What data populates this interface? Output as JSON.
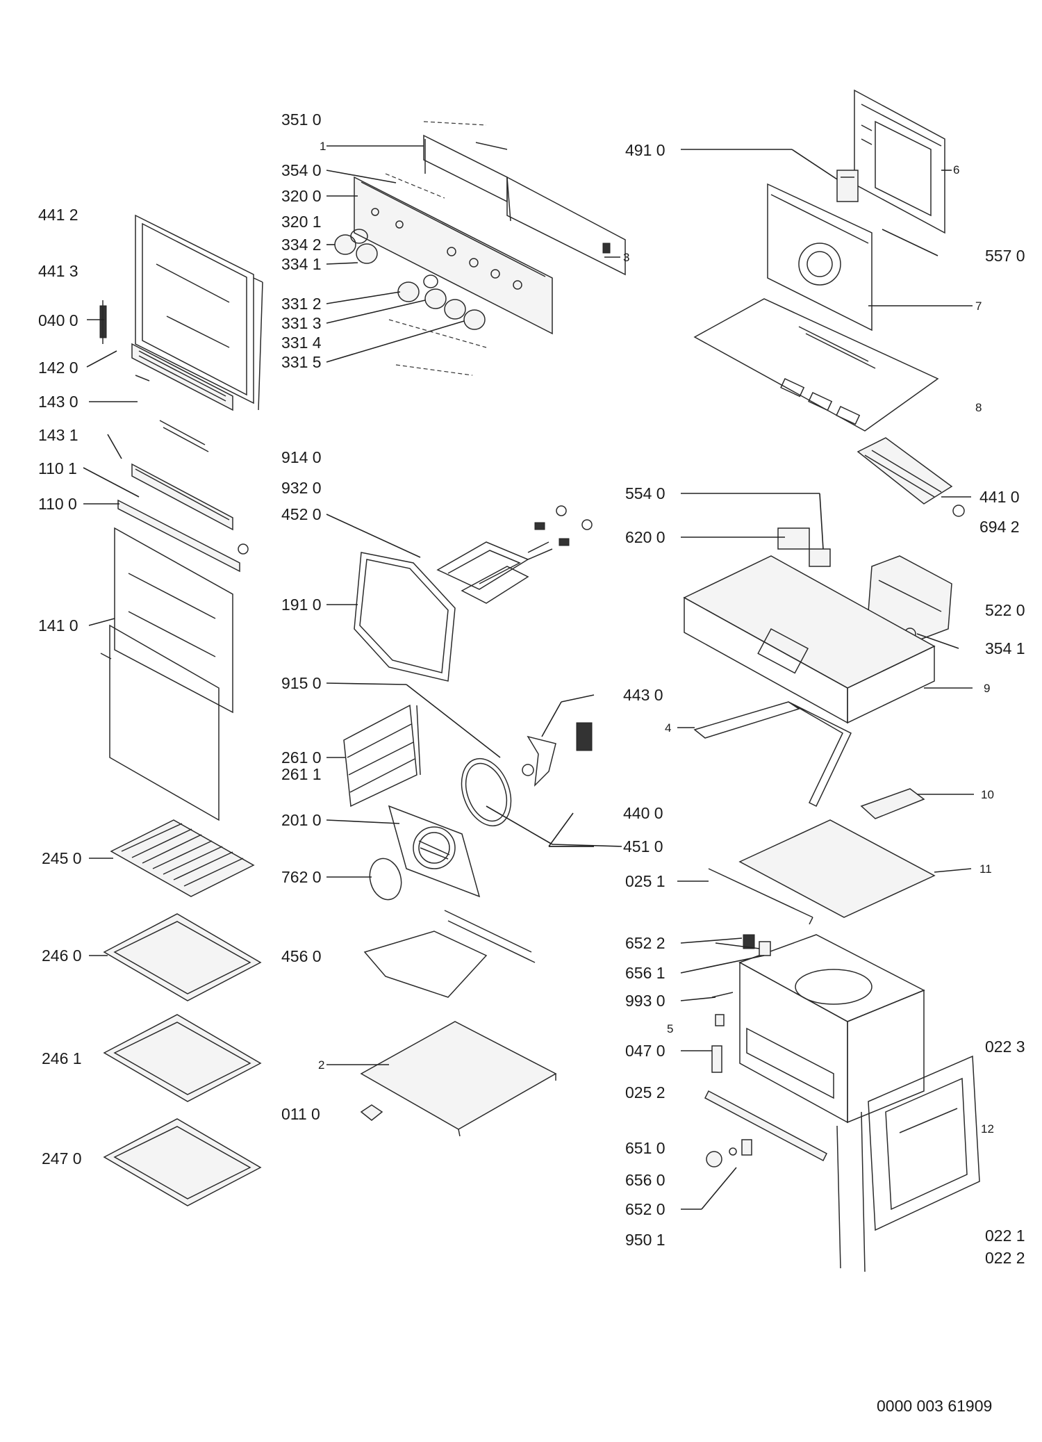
{
  "document_number": "0000 003 61909",
  "part_labels": {
    "p4412": "441 2",
    "p4413": "441 3",
    "p0400": "040 0",
    "p1420": "142 0",
    "p1430": "143 0",
    "p1431": "143 1",
    "p1101": "110 1",
    "p1100": "110 0",
    "p1410": "141 0",
    "p2450": "245 0",
    "p2460": "246 0",
    "p2461": "246 1",
    "p2470": "247 0",
    "p3510": "351 0",
    "p1": "1",
    "p3540": "354 0",
    "p3200": "320 0",
    "p3201": "320 1",
    "p3342": "334 2",
    "p3341": "334 1",
    "p3312": "331 2",
    "p3313": "331 3",
    "p3314": "331 4",
    "p3315": "331 5",
    "p3": "3",
    "p9140": "914 0",
    "p9320": "932 0",
    "p4520": "452 0",
    "p1910": "191 0",
    "p9150": "915 0",
    "p4430": "443 0",
    "p2610": "261 0",
    "p2611": "261 1",
    "p4400": "440 0",
    "p2010": "201 0",
    "p4510": "451 0",
    "p7620": "762 0",
    "p4560": "456 0",
    "p2": "2",
    "p0110": "011 0",
    "p4910": "491 0",
    "p6": "6",
    "p5570": "557 0",
    "p7": "7",
    "p8": "8",
    "p4410": "441 0",
    "p6942": "694 2",
    "p5540": "554 0",
    "p6200": "620 0",
    "p5220": "522 0",
    "p3541": "354 1",
    "p9": "9",
    "p4": "4",
    "p10": "10",
    "p0251": "025 1",
    "p11": "11",
    "p6522": "652 2",
    "p6561": "656 1",
    "p9930": "993 0",
    "p5": "5",
    "p0470": "047 0",
    "p0223": "022 3",
    "p0252": "025 2",
    "p12": "12",
    "p6510": "651 0",
    "p6560": "656 0",
    "p6520": "652 0",
    "p9501": "950 1",
    "p0221": "022 1",
    "p0222": "022 2"
  }
}
